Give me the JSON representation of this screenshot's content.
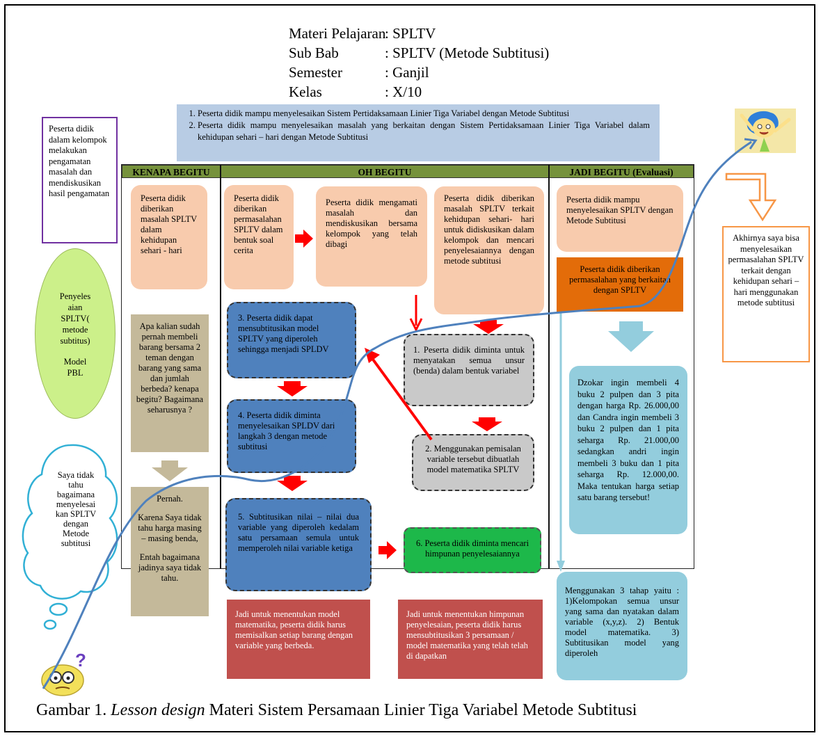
{
  "header": {
    "rows": [
      {
        "key": "Materi Pelajaran",
        "value": ": SPLTV"
      },
      {
        "key": "Sub Bab",
        "value": ": SPLTV (Metode Subtitusi)"
      },
      {
        "key": "Semester",
        "value": ": Ganjil"
      },
      {
        "key": "Kelas",
        "value": ": X/10"
      }
    ]
  },
  "objectives": [
    "Peserta didik mampu menyelesaikan Sistem Pertidaksamaan Linier Tiga Variabel dengan Metode Subtitusi",
    "Peserta didik mampu menyelesaikan masalah yang berkaitan dengan Sistem Pertidaksamaan Linier Tiga Variabel dalam kehidupan sehari – hari dengan Metode Subtitusi"
  ],
  "columns": {
    "kenapa": "KENAPA BEGITU",
    "oh": "OH BEGITU",
    "jadi": "JADI BEGITU (Evaluasi)"
  },
  "left_side": {
    "group_note": "Peserta didik dalam kelompok melakukan pengamatan masalah dan mendiskusikan hasil pengamatan",
    "ellipse_lines": [
      "Penyeles",
      "aian",
      "SPLTV(",
      "metode",
      "subtitus)",
      "",
      "Model",
      "PBL"
    ],
    "cloud_lines": [
      "Saya tidak",
      "tahu",
      "bagaimana",
      "menyelesai",
      "kan SPLTV",
      "dengan",
      "Metode",
      "subtitusi"
    ]
  },
  "right_side": {
    "conclusion": "Akhirnya saya bisa menyelesaikan permasalahan SPLTV terkait dengan kehidupan sehari – hari menggunakan metode subtitusi"
  },
  "kenapa": {
    "box1": "Peserta didik diberikan masalah SPLTV dalam kehidupan sehari - hari",
    "question": "Apa kalian sudah pernah membeli barang bersama 2 teman dengan barang yang sama dan jumlah berbeda? kenapa begitu? Bagaimana seharusnya ?",
    "answer_lines": [
      "Pernah.",
      "",
      "Karena Saya tidak tahu harga masing – masing benda,",
      "",
      "Entah bagaimana jadinya saya tidak tahu."
    ]
  },
  "oh": {
    "box_a": "Peserta didik diberikan permasalahan SPLTV dalam bentuk soal cerita",
    "box_b": "Peserta didik mengamati masalah dan mendiskusikan bersama kelompok yang telah dibagi",
    "box_c": "Peserta didik diberikan masalah SPLTV terkait kehidupan sehari- hari untuk didiskusikan dalam kelompok dan mencari penyelesaiannya dengan metode subtitusi",
    "step1": "1. Peserta didik diminta untuk menyatakan semua unsur (benda) dalam bentuk variabel",
    "step2": "2. Menggunakan pemisalan variable tersebut dibuatlah model matematika SPLTV",
    "step3": "3. Peserta didik dapat mensubtitusikan model SPLTV yang diperoleh sehingga menjadi SPLDV",
    "step4": "4. Peserta didik diminta menyelesaikan SPLDV dari langkah 3 dengan metode subtitusi",
    "step5": "5. Subtitusikan nilai – nilai dua variable yang diperoleh kedalam satu persamaan semula untuk memperoleh nilai variable ketiga",
    "step6": "6. Peserta didik diminta mencari himpunan penyelesaiannya",
    "note1": "Jadi untuk menentukan model matematika, peserta didik harus memisalkan setiap barang dengan variable yang berbeda.",
    "note2": "Jadi untuk menentukan himpunan penyelesaian, peserta didik harus mensubtitusikan 3 persamaan / model matematika yang telah telah di dapatkan"
  },
  "jadi": {
    "box1": "Peserta didik mampu menyelesaikan SPLTV dengan Metode Subtitusi",
    "box2": "Peserta didik diberikan permasalahan yang berkaitan dengan SPLTV",
    "problem": "Dzokar ingin membeli 4 buku 2 pulpen dan 3 pita dengan harga Rp. 26.000,00 dan Candra ingin membeli 3 buku 2 pulpen dan 1 pita seharga Rp. 21.000,00 sedangkan andri ingin membeli 3 buku dan 1 pita seharga Rp. 12.000,00. Maka tentukan harga setiap satu barang tersebut!",
    "steps": "Menggunakan 3 tahap yaitu : 1)Kelompokan semua unsur yang sama dan nyatakan dalam variable (x,y,z). 2) Bentuk model matematika. 3) Subtitusikan model yang diperoleh"
  },
  "caption": {
    "prefix": "Gambar 1. ",
    "italic": "Lesson design",
    "suffix": " Materi Sistem Persamaan Linier Tiga Variabel Metode Subtitusi"
  },
  "colors": {
    "column_header": "#76923c",
    "objectives_bg": "#b8cce4",
    "arrow_red": "#ff0000",
    "curve_blue": "#4f81bd"
  }
}
